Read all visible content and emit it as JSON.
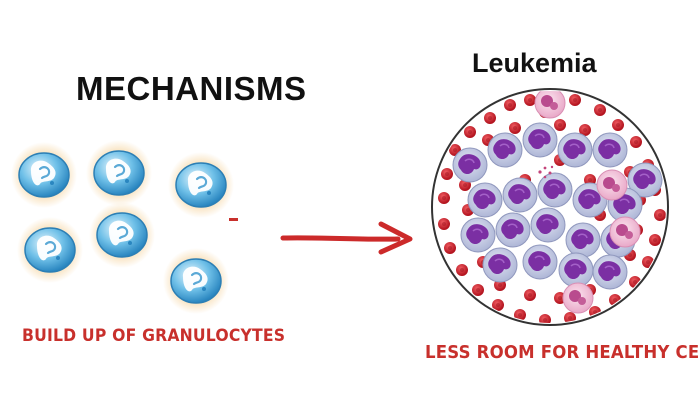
{
  "heading": "MECHANISMS",
  "right_title": "Leukemia",
  "left_caption": "BUILD UP OF GRANULOCYTES",
  "right_caption": "LESS ROOM FOR HEALTHY CELLS",
  "icons": {
    "granulocyte": "granulocyte-cell-icon",
    "arrow": "arrow-right-icon",
    "blood_circle": "blood-smear-circle-icon"
  },
  "colors": {
    "caption": "#c8302c",
    "arrow": "#cc2a2a",
    "red_cell": "#d21f2b",
    "blast_cell": "#7b2fa3",
    "granulocyte_body": "#4aa6d6",
    "granulocyte_halo": "#f3c27a"
  }
}
